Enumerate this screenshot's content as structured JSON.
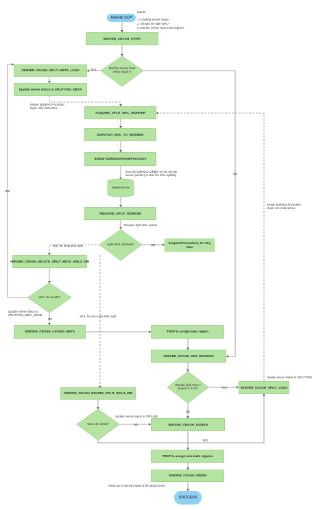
{
  "inputs": {
    "title": "Inputs:",
    "lines": [
      "1.Crashed server name",
      "2. Should we split WAL?",
      "3. Did the server host meta region?"
    ]
  },
  "nodes": {
    "initiate": "Initiate SCP",
    "start": "SERVER_CRASH_START",
    "host_meta": "Did the server host meta region?",
    "split_meta_logs": "SERVER_CRASH_SPLIT_META_LOGS",
    "update_splitting_meta": "Update server status to SPLITTING_META",
    "acquire": "ACQUIRE_SPLIT_WAL_WORKER",
    "dispatch": "DISPATCH_WAL_TO_WORKER",
    "initiate_remote": "Initiate SplitWALRemoteProcedure",
    "region_server": "RegionServer",
    "release": "RELEASE_SPLIT_WORKER",
    "split_finished": "Split WAL finished?",
    "suspend": "Suspend Procedure, to retry later",
    "delete_meta_dir": "SERVER_CRASH_DELETE_SPLIT_META_WALS_DIR",
    "wal_dir_exists_1": "WAL dir exists?",
    "assign_meta": "SERVER_CRASH_ASSIGN_META",
    "trsp_meta": "TRSP to assign meta region",
    "get_regions": "SERVER_CRASH_GET_REGIONS",
    "should_split": "Should split WAL? (input to SCP)",
    "split_logs": "SERVER_CRASH_SPLIT_LOGS",
    "delete_wals_dir": "SERVER_CRASH_DELETE_SPLIT_WALS_DIR",
    "wal_dir_exists_2": "WAL dir exists?",
    "assign": "SERVER_CRASH_ASSIGN",
    "trsp_non_meta": "TRSP to assign non-meta regions",
    "finish": "SERVER_CRASH_FINISH",
    "success": "SUCCESS"
  },
  "labels": {
    "yes1": "YES",
    "no1": "NO",
    "yes_left": "YES",
    "initiate_meta_wal": "Initiate SplitWALProcedure\nInput: only meta WAL",
    "execute": "Execute SplitWALCallable on the remote\nserver (worker) to start the WAL splitting",
    "release_label": "Release Split WAL worker",
    "yes_meta": "YES, for meta WAL split.",
    "no_split": "NO",
    "yes_non_meta": "YES, for non-meta WAL split",
    "no_dir1": "NO",
    "update_meta_done": "Update server status to\nSPLITTING_META_DONE",
    "initiate_non_meta": "Initiate SplitWALProcedure\nInput: non-meta WALs",
    "yes_split": "YES",
    "update_splitting": "Update server status to SPLITTING",
    "no_split_wal": "NO",
    "update_offline": "Update server status to OFFLINE",
    "no_dir2": "NO",
    "yes_dir2": "YES",
    "cleanup": "Clean up in-memory state of the dead server"
  },
  "colors": {
    "process": "#b5e3a1",
    "terminal": "#8fd0f2",
    "line": "#888888"
  }
}
